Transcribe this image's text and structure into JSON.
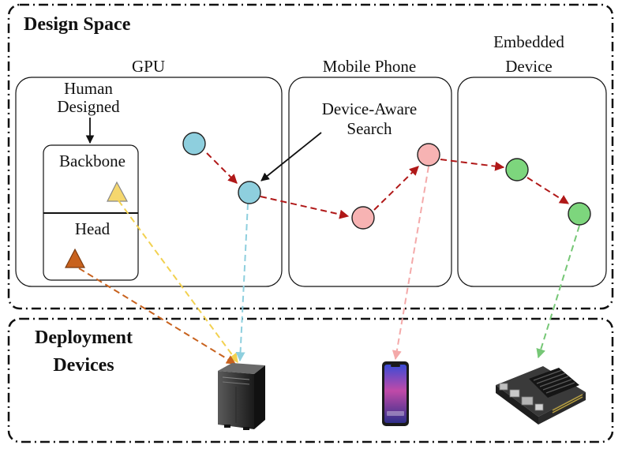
{
  "design_space": {
    "title": "Design Space",
    "groups": [
      {
        "key": "gpu",
        "label": "GPU"
      },
      {
        "key": "mobile",
        "label": "Mobile Phone"
      },
      {
        "key": "embedded",
        "label_line1": "Embedded",
        "label_line2": "Device"
      }
    ],
    "human_designed": {
      "line1": "Human",
      "line2": "Designed"
    },
    "backbone_label": "Backbone",
    "head_label": "Head",
    "search_annotation": {
      "line1": "Device-Aware",
      "line2": "Search"
    }
  },
  "deployment": {
    "title_line1": "Deployment",
    "title_line2": "Devices",
    "devices": [
      "gpu-server",
      "mobile-phone",
      "embedded-board"
    ]
  },
  "colors": {
    "gpu_node": "#8ecfde",
    "mobile_node": "#f7b3b3",
    "embedded_node": "#7dd67d",
    "search_arrow": "#b01818",
    "backbone_marker": "#f5d76e",
    "head_marker": "#c8621e",
    "backbone_link": "#f2d150",
    "head_link": "#c8621e",
    "gpu_link": "#8ecfde",
    "mobile_link": "#f4a9a9",
    "embedded_link": "#76c776"
  }
}
